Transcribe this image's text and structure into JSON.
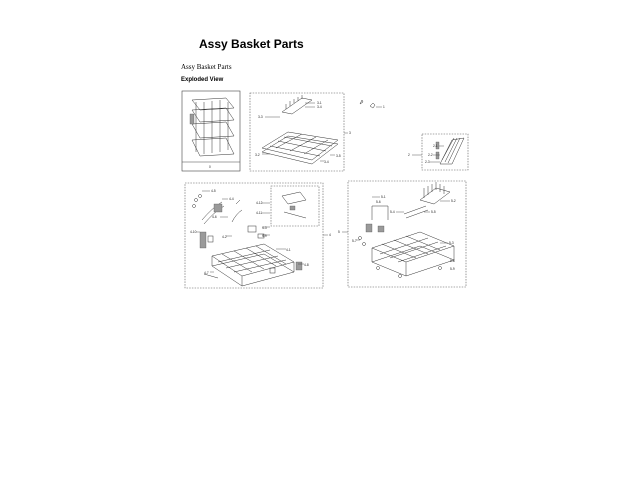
{
  "document": {
    "title": "Assy Basket Parts",
    "subtitle": "Assy Basket Parts",
    "section_heading": "Exploded View"
  },
  "diagram": {
    "overview_label": "0",
    "upper_group_callout": "3",
    "top_right_part": "1",
    "side_rack_callout": "2",
    "lower_group_callout": "4",
    "bottom_basket_callout": "5",
    "upper_rack_labels": [
      "3-1",
      "3-4",
      "3-3",
      "3-2",
      "3-5",
      "3-4"
    ],
    "side_rack_labels": [
      "2-1",
      "2-2",
      "2-3"
    ],
    "lower_left_labels": [
      "4-5",
      "4-4",
      "4-12",
      "4-11",
      "4-6",
      "4-2",
      "4-3",
      "4-9",
      "4-1",
      "4-10",
      "4-8",
      "4-7"
    ],
    "lower_right_labels": [
      "5-1",
      "5-2",
      "5-3",
      "5-4",
      "5-5",
      "5-6",
      "5-7",
      "5-8",
      "5-9"
    ]
  }
}
